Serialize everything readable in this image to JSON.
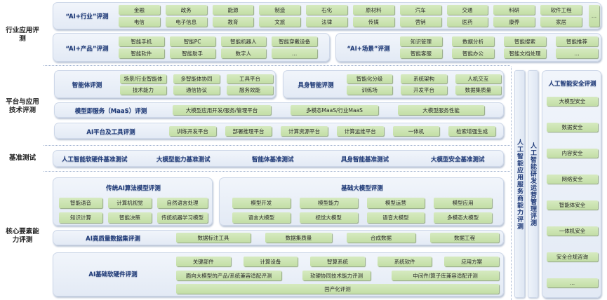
{
  "side_labels": {
    "industry": "行业应用评测",
    "platform": "平台与应用技术评测",
    "benchmark": "基准测试",
    "core": "核心要素能力评测"
  },
  "ai_industry": {
    "title": "“AI+行业”评测",
    "row1": [
      "金融",
      "政务",
      "能源",
      "制造",
      "石化",
      "原材料",
      "汽车",
      "交通",
      "科研",
      "软件工程"
    ],
    "row2": [
      "电信",
      "电子信息",
      "教育",
      "文旅",
      "法律",
      "传媒",
      "营销",
      "医药",
      "康养",
      "家居"
    ],
    "more": "..."
  },
  "ai_product": {
    "title": "“AI+产品”评测",
    "items": [
      "智能手机",
      "智能PC",
      "智能机器人",
      "智能穿戴设备",
      "智能软件",
      "智能助手",
      "数字人",
      "..."
    ]
  },
  "ai_scene": {
    "title": "“AI+场景”评测",
    "items": [
      "知识管理",
      "数据分析",
      "智能搜索",
      "智能推荐",
      "智能客服",
      "智能办公",
      "智能文档处理",
      "..."
    ]
  },
  "agent": {
    "title": "智能体评测",
    "items": [
      "场景/行业智能体",
      "多智能体协同",
      "工具平台",
      "技术能力",
      "通信协议",
      "服务效能"
    ]
  },
  "embodied": {
    "title": "具身智能评测",
    "items": [
      "智能化分级",
      "系统架构",
      "人机交互",
      "训练场",
      "开发平台",
      "数据集质量"
    ]
  },
  "maas": {
    "title": "模型即服务（MaaS）评测",
    "items": [
      "大模型应用开发/服务/管理平台",
      "多模态MaaS/行业MaaS",
      "大模型服务性能"
    ]
  },
  "ai_platform": {
    "title": "AI平台及工具评测",
    "items": [
      "训练开发平台",
      "部署推理平台",
      "计算资源平台",
      "计算运维平台",
      "一体机",
      "检索增强生成"
    ]
  },
  "benchmarks": [
    "人工智能软硬件基准测试",
    "大模型能力基准测试",
    "智能体基准测试",
    "具身智能基准测试",
    "大模型安全基准测试"
  ],
  "traditional_ai": {
    "title": "传统AI算法模型评测",
    "items": [
      "智能语音",
      "计算机视觉",
      "自然语言处理",
      "知识计算",
      "智能决策",
      "传统机器学习模型"
    ]
  },
  "foundation_model": {
    "title": "基础大模型评测",
    "items": [
      "模型开发",
      "模型能力",
      "模型运营",
      "模型应用",
      "语言大模型",
      "视觉大模型",
      "语音大模型",
      "多模态大模型"
    ]
  },
  "dataset": {
    "title": "AI高质量数据集评测",
    "items": [
      "数据标注工具",
      "数据集质量",
      "合成数据",
      "数据工程"
    ]
  },
  "infra": {
    "title": "AI基础软硬件评测",
    "row1": [
      "关键部件",
      "计算设备",
      "智算系统",
      "系统软件",
      "应用方案"
    ],
    "row2": [
      "面向大模型的产品/系统兼容适配评测",
      "软硬协同技术能力评测",
      "中间件/算子库兼容适配评测"
    ],
    "row3": "国产化评测"
  },
  "vertical": {
    "service_provider": "人工智能应用服务商能力评测",
    "rd_ops": "人工智能研发运营管理评测"
  },
  "security": {
    "title": "人工智能安全评测",
    "items": [
      "大模型安全",
      "数据安全",
      "内容安全",
      "网络安全",
      "智能体安全",
      "一体机安全",
      "安全合规咨询",
      "..."
    ]
  }
}
